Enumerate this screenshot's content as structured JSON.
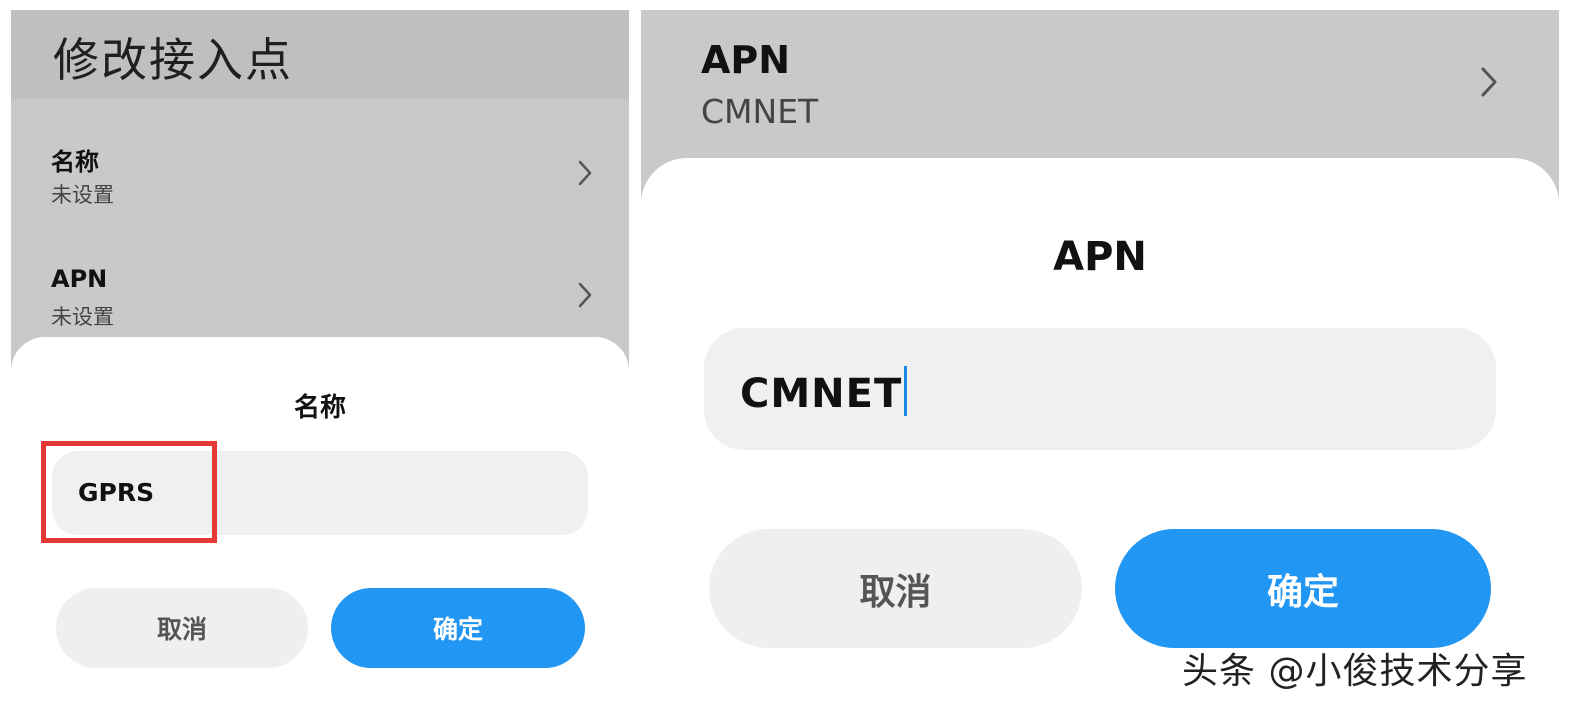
{
  "left": {
    "page_title": "修改接入点",
    "rows": [
      {
        "title": "名称",
        "subtitle": "未设置"
      },
      {
        "title": "APN",
        "subtitle": "未设置"
      }
    ],
    "dialog": {
      "title": "名称",
      "input_value": "GPRS",
      "cancel_label": "取消",
      "confirm_label": "确定"
    }
  },
  "right": {
    "row": {
      "title": "APN",
      "subtitle": "CMNET"
    },
    "dialog": {
      "title": "APN",
      "input_value": "CMNET",
      "cancel_label": "取消",
      "confirm_label": "确定"
    }
  },
  "watermark": "头条 @小俊技术分享",
  "colors": {
    "accent": "#2196f3",
    "highlight": "#e53935",
    "caret": "#1e88e5",
    "dim_overlay": "#c9c9c9"
  }
}
